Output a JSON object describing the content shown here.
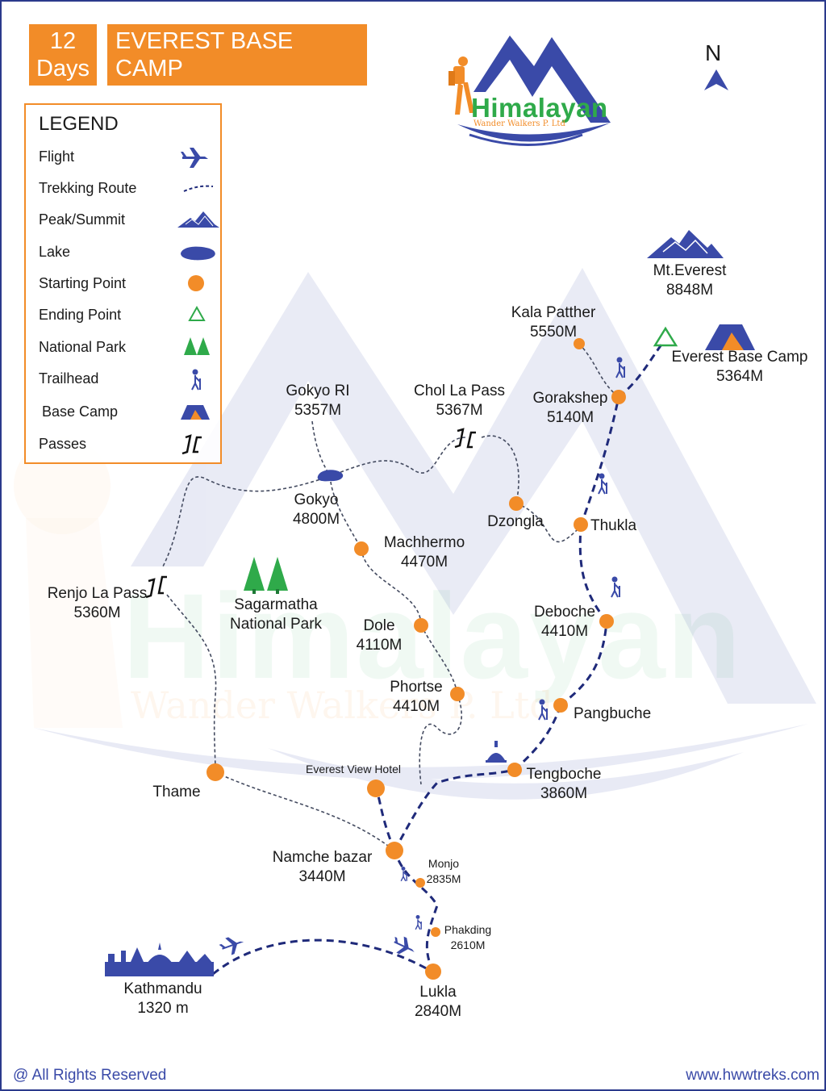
{
  "header": {
    "days_line1": "12",
    "days_line2": "Days",
    "title_line1": "EVEREST BASE CAMP",
    "title_line2": "TREK"
  },
  "logo": {
    "name": "Himalayan",
    "subtitle": "Wander Walkers P. Ltd"
  },
  "watermark": {
    "line1": "Himalayan",
    "line2": "Wander Walkers P. Ltd"
  },
  "north_label": "N",
  "legend": {
    "title": "LEGEND",
    "items": [
      {
        "label": "Flight",
        "icon": "airplane-icon"
      },
      {
        "label": "Trekking Route",
        "icon": "dashed-line-icon"
      },
      {
        "label": "Peak/Summit",
        "icon": "peak-icon"
      },
      {
        "label": "Lake",
        "icon": "lake-icon"
      },
      {
        "label": "Starting Point",
        "icon": "orange-dot-icon"
      },
      {
        "label": "Ending Point",
        "icon": "green-triangle-icon"
      },
      {
        "label": "National Park",
        "icon": "tree-icon"
      },
      {
        "label": "Trailhead",
        "icon": "hiker-icon"
      },
      {
        "label": "Base Camp",
        "icon": "tent-icon"
      },
      {
        "label": "Passes",
        "icon": "pass-icon"
      }
    ]
  },
  "places": {
    "mt_everest": {
      "name": "Mt.Everest",
      "alt": "8848M"
    },
    "kala_patther": {
      "name": "Kala Patther",
      "alt": "5550M"
    },
    "ebc": {
      "name": "Everest Base Camp",
      "alt": "5364M"
    },
    "gorakshep": {
      "name": "Gorakshep",
      "alt": "5140M"
    },
    "chol_la": {
      "name": "Chol La Pass",
      "alt": "5367M"
    },
    "gokyo_ri": {
      "name": "Gokyo RI",
      "alt": "5357M"
    },
    "gokyo": {
      "name": "Gokyo",
      "alt": "4800M"
    },
    "dzongla": {
      "name": "Dzongla"
    },
    "thukla": {
      "name": "Thukla"
    },
    "machhermo": {
      "name": "Machhermo",
      "alt": "4470M"
    },
    "renjo_la": {
      "name": "Renjo La Pass",
      "alt": "5360M"
    },
    "sagarmatha": {
      "name": "Sagarmatha",
      "name2": "National Park"
    },
    "dole": {
      "name": "Dole",
      "alt": "4110M"
    },
    "deboche": {
      "name": "Deboche",
      "alt": "4410M"
    },
    "phortse": {
      "name": "Phortse",
      "alt": "4410M"
    },
    "pangbuche": {
      "name": "Pangbuche"
    },
    "tengboche": {
      "name": "Tengboche",
      "alt": "3860M"
    },
    "thame": {
      "name": "Thame"
    },
    "everest_view": {
      "name": "Everest View Hotel"
    },
    "namche": {
      "name": "Namche bazar",
      "alt": "3440M"
    },
    "monjo": {
      "name": "Monjo",
      "alt": "2835M"
    },
    "phakding": {
      "name": "Phakding",
      "alt": "2610M"
    },
    "kathmandu": {
      "name": "Kathmandu",
      "alt": "1320 m"
    },
    "lukla": {
      "name": "Lukla",
      "alt": "2840M"
    }
  },
  "colors": {
    "orange": "#f28c28",
    "blue": "#3a4aa8",
    "navy": "#1f2a7a",
    "green": "#2faa4a"
  },
  "footer": {
    "left": "@ All Rights Reserved",
    "right": "www.hwwtreks.com"
  }
}
